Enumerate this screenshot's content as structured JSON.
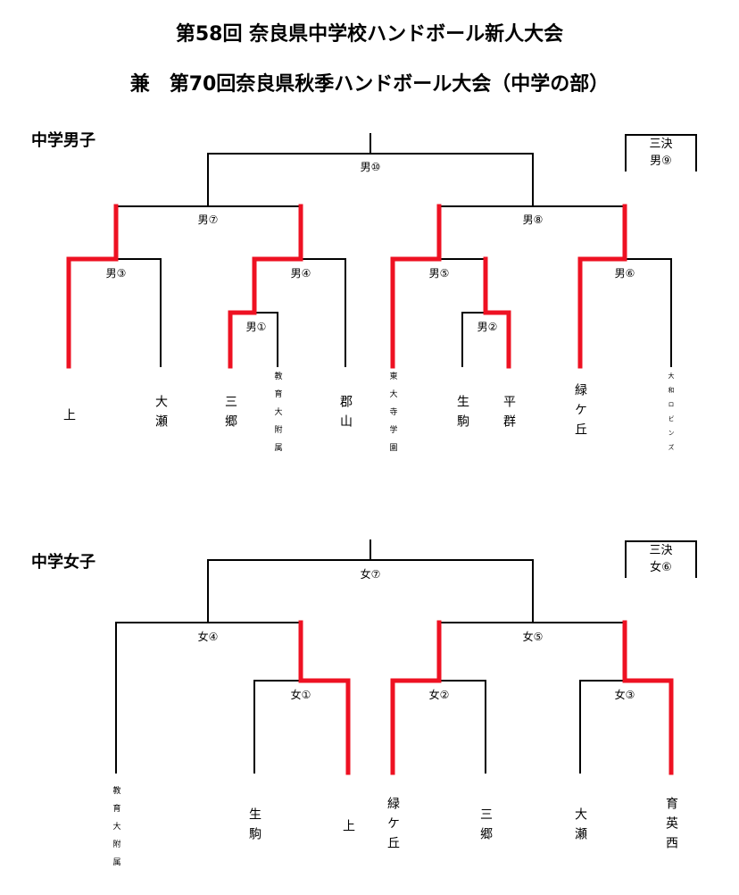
{
  "header": {
    "title1": "第58回 奈良県中学校ハンドボール新人大会",
    "title2": "兼　第70回奈良県秋季ハンドボール大会（中学の部）"
  },
  "boys": {
    "section": "中学男子",
    "matches": {
      "m1": "男①",
      "m2": "男②",
      "m3": "男③",
      "m4": "男④",
      "m5": "男⑤",
      "m6": "男⑥",
      "m7": "男⑦",
      "m8": "男⑧",
      "m10": "男⑩"
    },
    "third": {
      "label": "三決",
      "match": "男⑨"
    },
    "teams": [
      "上",
      "大瀬",
      "三郷",
      "教育大附属",
      "郡山",
      "東大寺学園",
      "生駒",
      "平群",
      "緑ケ丘",
      "大和ロビンズ"
    ],
    "winner_color": "#ee1122"
  },
  "girls": {
    "section": "中学女子",
    "matches": {
      "m1": "女①",
      "m2": "女②",
      "m3": "女③",
      "m4": "女④",
      "m5": "女⑤",
      "m7": "女⑦"
    },
    "third": {
      "label": "三決",
      "match": "女⑥"
    },
    "teams": [
      "教育大附属",
      "生駒",
      "上",
      "緑ケ丘",
      "三郷",
      "大瀬",
      "育英西"
    ]
  }
}
